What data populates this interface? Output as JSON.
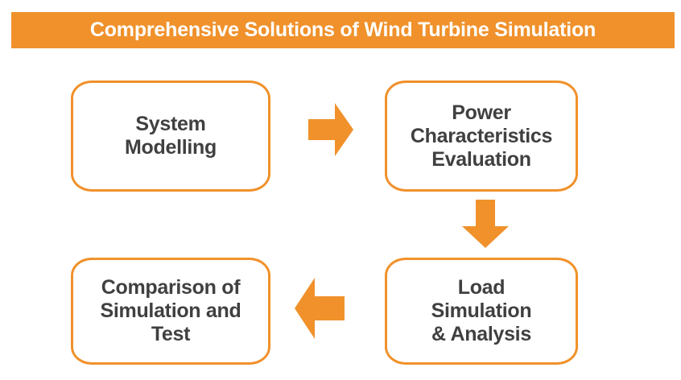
{
  "title": {
    "text": "Comprehensive Solutions of Wind Turbine Simulation",
    "background_color": "#F0912B",
    "text_color": "#FFFFFF"
  },
  "theme": {
    "accent_color": "#F0912B",
    "box_border_color": "#F0912B",
    "box_fill_color": "#FFFFFF",
    "box_text_color": "#404040",
    "page_background": "#FFFFFF"
  },
  "flowchart": {
    "type": "process-cycle",
    "nodes": [
      {
        "id": "system-modelling",
        "label": "System\nModelling",
        "position": "top-left"
      },
      {
        "id": "power-characteristics",
        "label": "Power\nCharacteristics\nEvaluation",
        "position": "top-right"
      },
      {
        "id": "load-simulation",
        "label": "Load\nSimulation\n& Analysis",
        "position": "bottom-right"
      },
      {
        "id": "comparison",
        "label": "Comparison of\nSimulation and\nTest",
        "position": "bottom-left"
      }
    ],
    "connectors": [
      {
        "id": "arrow-right",
        "icon": "arrow-right-icon",
        "from": "system-modelling",
        "to": "power-characteristics",
        "direction": "right"
      },
      {
        "id": "arrow-down",
        "icon": "arrow-down-icon",
        "from": "power-characteristics",
        "to": "load-simulation",
        "direction": "down"
      },
      {
        "id": "arrow-left",
        "icon": "arrow-left-icon",
        "from": "load-simulation",
        "to": "comparison",
        "direction": "left"
      }
    ]
  }
}
